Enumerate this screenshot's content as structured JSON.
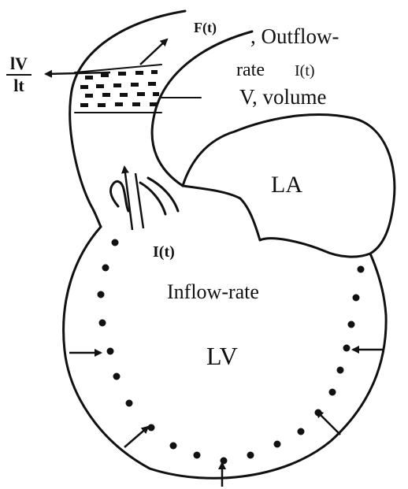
{
  "labels": {
    "flux": "F(t)",
    "outflow_1": ", Outflow-",
    "outflow_2": "rate",
    "outflow_rate_symbol": "I(t)",
    "volume": "V, volume",
    "left_atrium": "LA",
    "left_ventricle": "LV",
    "inflow_symbol": "I(t)",
    "inflow_rate": "Inflow-rate",
    "derivative_numerator": "lV",
    "derivative_denominator": "lt"
  },
  "colors": {
    "ink": "#111111",
    "background": "#ffffff"
  }
}
